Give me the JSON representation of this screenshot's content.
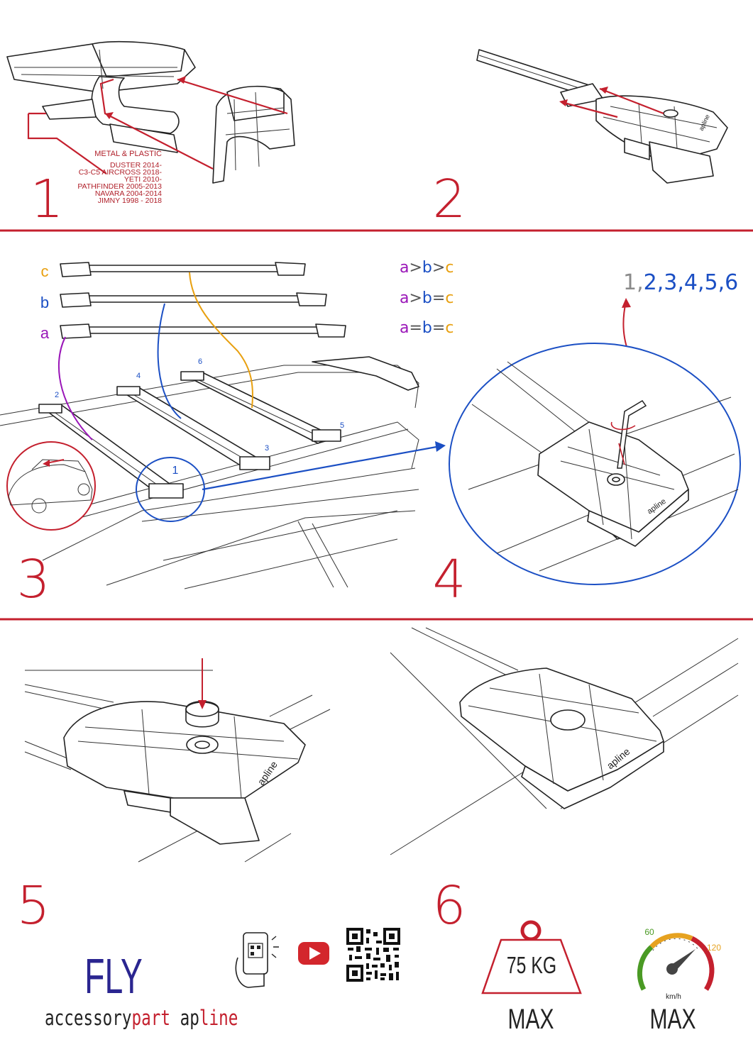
{
  "steps": [
    "1",
    "2",
    "3",
    "4",
    "5",
    "6"
  ],
  "compat": {
    "material": [
      "METAL",
      " & ",
      "PLASTIC"
    ],
    "models": [
      "DUSTER 2014-",
      "C3-C5 AIRCROSS 2018-",
      "YETI 2010-",
      "PATHFINDER 2005-2013",
      "NAVARA 2004-2014",
      "JIMNY 1998 - 2018"
    ]
  },
  "bars": {
    "labels": [
      "c",
      "b",
      "a"
    ],
    "positions": [
      "1",
      "2",
      "3",
      "4",
      "5",
      "6"
    ]
  },
  "rules": [
    {
      "a": "a",
      "op1": ">",
      "b": "b",
      "op2": ">",
      "c": "c"
    },
    {
      "a": "a",
      "op1": ">",
      "b": "b",
      "op2": "=",
      "c": "c"
    },
    {
      "a": "a",
      "op1": "=",
      "b": "b",
      "op2": "=",
      "c": "c"
    }
  ],
  "tighten": {
    "sequence_lead": "1,",
    "sequence_rest": "2,3,4,5,6",
    "callout": "1"
  },
  "brand": {
    "logo_text": "apline"
  },
  "footer": {
    "product": "FLY",
    "tag_a": "accessory",
    "tag_b": "part",
    "tag_c": "ap",
    "tag_d": "line",
    "weight": "75 KG",
    "max1": "MAX",
    "speed_low": "60",
    "speed_high": "120",
    "speed_unit": "km/h",
    "max2": "MAX"
  },
  "colors": {
    "accent": "#c4202e",
    "orange": "#e8a010",
    "blue": "#1b4fc4",
    "purple": "#9a16b8",
    "grey": "#8a8a8a",
    "navy": "#2a2590"
  }
}
